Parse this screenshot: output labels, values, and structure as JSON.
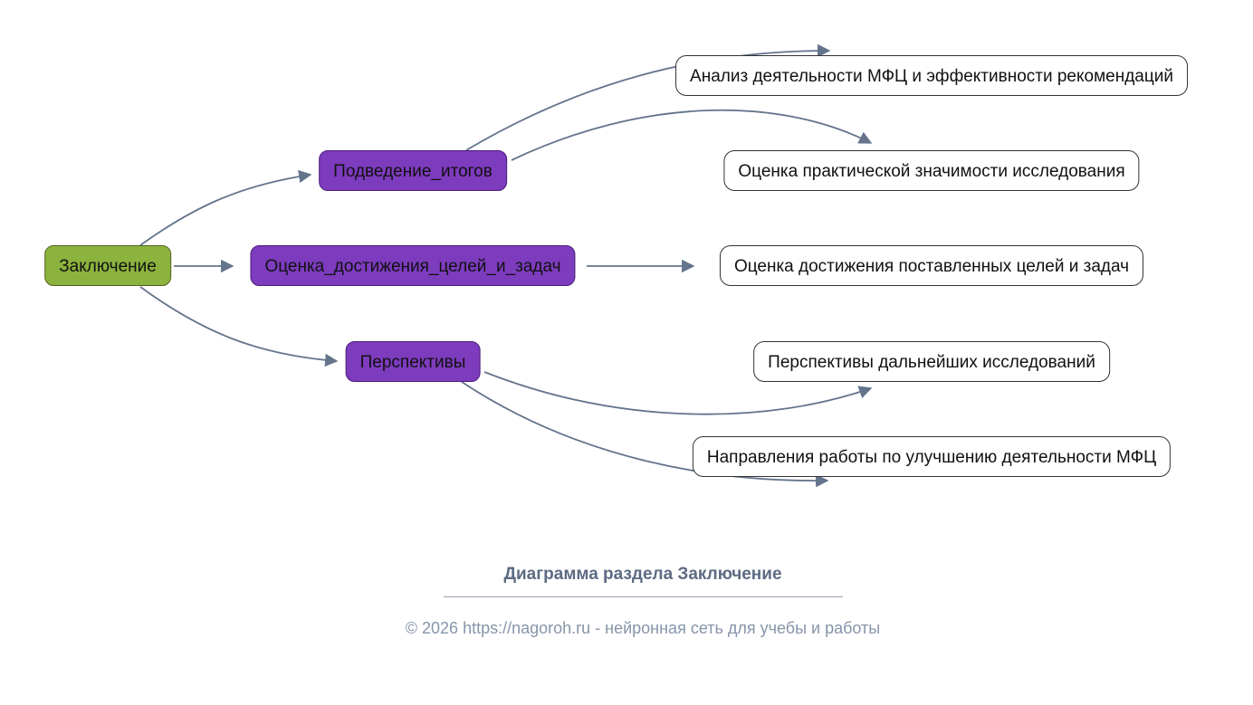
{
  "diagram": {
    "root": {
      "label": "Заключение"
    },
    "branches": [
      {
        "label": "Подведение_итогов"
      },
      {
        "label": "Оценка_достижения_целей_и_задач"
      },
      {
        "label": "Перспективы"
      }
    ],
    "leaves": [
      {
        "label": "Анализ деятельности МФЦ и эффективности рекомендаций"
      },
      {
        "label": "Оценка практической значимости исследования"
      },
      {
        "label": "Оценка достижения поставленных целей и задач"
      },
      {
        "label": "Перспективы дальнейших исследований"
      },
      {
        "label": "Направления работы по улучшению деятельности МФЦ"
      }
    ],
    "edges": [
      {
        "from": "Заключение",
        "to": "Подведение_итогов"
      },
      {
        "from": "Заключение",
        "to": "Оценка_достижения_целей_и_задач"
      },
      {
        "from": "Заключение",
        "to": "Перспективы"
      },
      {
        "from": "Подведение_итогов",
        "to": "Анализ деятельности МФЦ и эффективности рекомендаций"
      },
      {
        "from": "Подведение_итогов",
        "to": "Оценка практической значимости исследования"
      },
      {
        "from": "Оценка_достижения_целей_и_задач",
        "to": "Оценка достижения поставленных целей и задач"
      },
      {
        "from": "Перспективы",
        "to": "Перспективы дальнейших исследований"
      },
      {
        "from": "Перспективы",
        "to": "Направления работы по улучшению деятельности МФЦ"
      }
    ]
  },
  "caption": {
    "title": "Диаграмма раздела Заключение",
    "footer": "© 2026 https://nagoroh.ru - нейронная сеть для учебы и работы"
  },
  "colors": {
    "root_fill": "#8cb33d",
    "root_stroke": "#4f611e",
    "branch_fill": "#7d3bbe",
    "branch_stroke": "#4a1d7a",
    "leaf_fill": "#ffffff",
    "leaf_stroke": "#333333",
    "edge_color": "#64748b",
    "text_color": "#111111",
    "title_color": "#5c6b82",
    "rule_color": "#9aa5b1",
    "footer_color": "#8795a9"
  }
}
